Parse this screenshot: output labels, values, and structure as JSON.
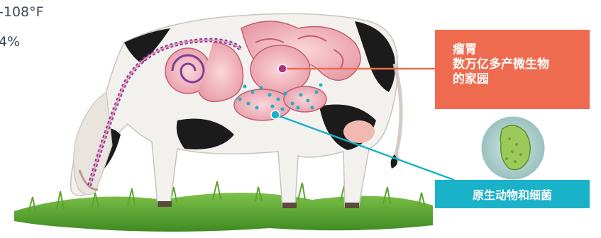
{
  "stats": {
    "temperature": "-108°F",
    "percentage": "4%"
  },
  "callouts": {
    "rumen": {
      "title": "瘤胃",
      "line2": "数万亿多产微生物",
      "line3": "的家园"
    },
    "microbes": {
      "label": "原生动物和细菌"
    }
  },
  "colors": {
    "rumen_callout": "#ef6b4f",
    "microbes_callout": "#1ab2c8",
    "stat_text": "#3a4a5a"
  }
}
